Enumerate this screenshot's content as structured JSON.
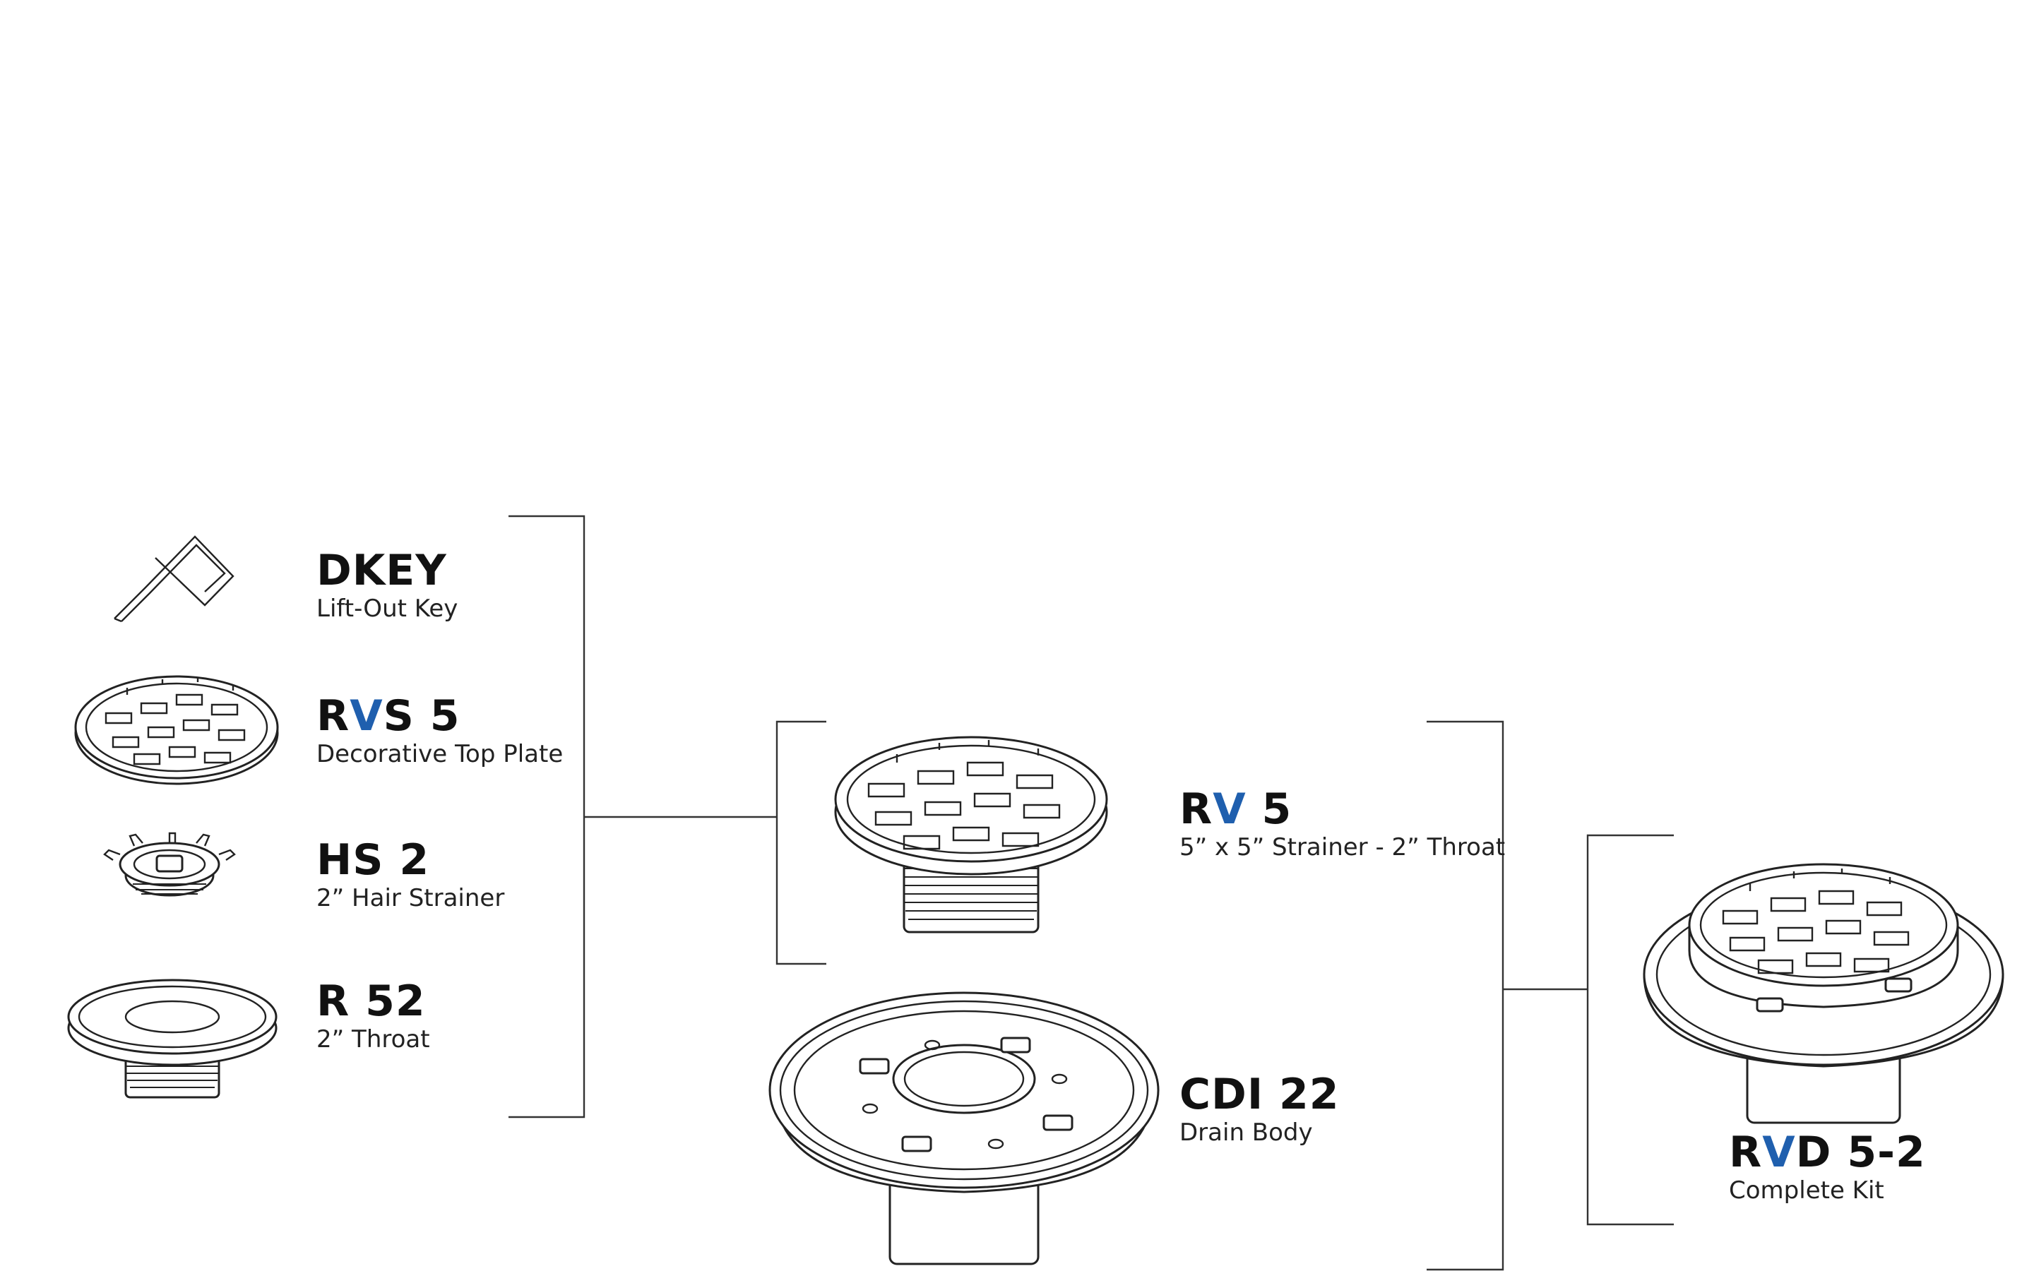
{
  "parts": {
    "dkey": {
      "code_a": "DKEY",
      "code_b": "",
      "code_c": "",
      "desc": "Lift-Out Key"
    },
    "rvs5": {
      "code_a": "R",
      "code_b": "V",
      "code_c": "S 5",
      "desc": "Decorative Top Plate"
    },
    "hs2": {
      "code_a": "HS 2",
      "code_b": "",
      "code_c": "",
      "desc": "2” Hair Strainer"
    },
    "r52": {
      "code_a": "R 52",
      "code_b": "",
      "code_c": "",
      "desc": "2” Throat"
    },
    "rv5": {
      "code_a": "R",
      "code_b": "V",
      "code_c": " 5",
      "desc": "5” x 5” Strainer - 2” Throat"
    },
    "cdi22": {
      "code_a": "CDI 22",
      "code_b": "",
      "code_c": "",
      "desc": "Drain Body"
    },
    "rvd52": {
      "code_a": "R",
      "code_b": "V",
      "code_c": "D 5-2",
      "desc": "Complete Kit"
    }
  },
  "colors": {
    "accent": "#1f5fae",
    "text": "#111111",
    "line": "#333333"
  }
}
